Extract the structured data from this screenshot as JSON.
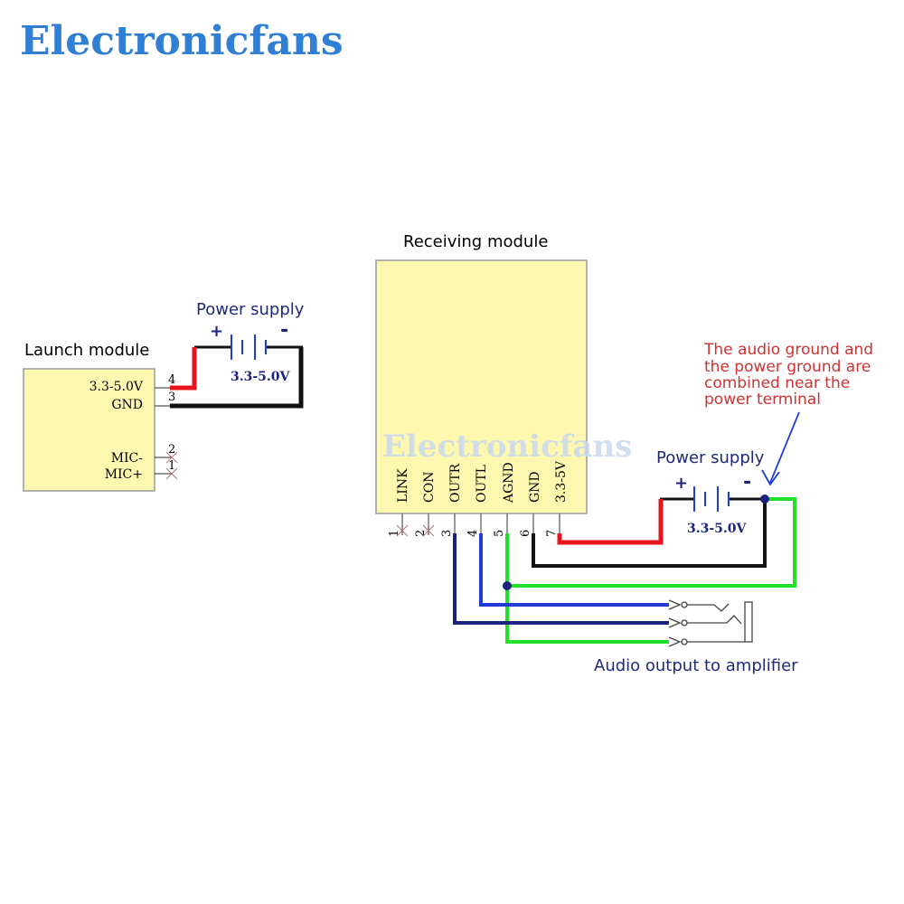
{
  "brand": {
    "logo_text": "Electronicfans",
    "watermark_text": "Electronicfans"
  },
  "launch_module": {
    "title": "Launch module",
    "pins": [
      {
        "label": "3.3-5.0V",
        "number": "4"
      },
      {
        "label": "GND",
        "number": "3"
      },
      {
        "label": "MIC-",
        "number": "2"
      },
      {
        "label": "MIC+",
        "number": "1"
      }
    ]
  },
  "launch_power": {
    "title": "Power supply",
    "plus": "+",
    "minus": "-",
    "voltage": "3.3-5.0V"
  },
  "receiving_module": {
    "title": "Receiving module",
    "pins": [
      {
        "label": "LINK",
        "number": "1"
      },
      {
        "label": "CON",
        "number": "2"
      },
      {
        "label": "OUTR",
        "number": "3"
      },
      {
        "label": "OUTL",
        "number": "4"
      },
      {
        "label": "AGND",
        "number": "5"
      },
      {
        "label": "GND",
        "number": "6"
      },
      {
        "label": "3.3-5V",
        "number": "7"
      }
    ]
  },
  "receiver_power": {
    "title": "Power supply",
    "plus": "+",
    "minus": "-",
    "voltage": "3.3-5.0V"
  },
  "note": {
    "lines": [
      "The audio ground and",
      "the power ground are",
      "combined near the",
      "power terminal"
    ],
    "color": "#cc3333"
  },
  "audio_output": {
    "label": "Audio output to amplifier"
  },
  "colors": {
    "module_fill": "#fdf7b0",
    "label_navy": "#1f2a7a",
    "wire_red": "#e8141b",
    "wire_black": "#111111",
    "wire_navy": "#1a237e",
    "wire_blue": "#1f3cd6",
    "wire_green": "#22e02a"
  }
}
